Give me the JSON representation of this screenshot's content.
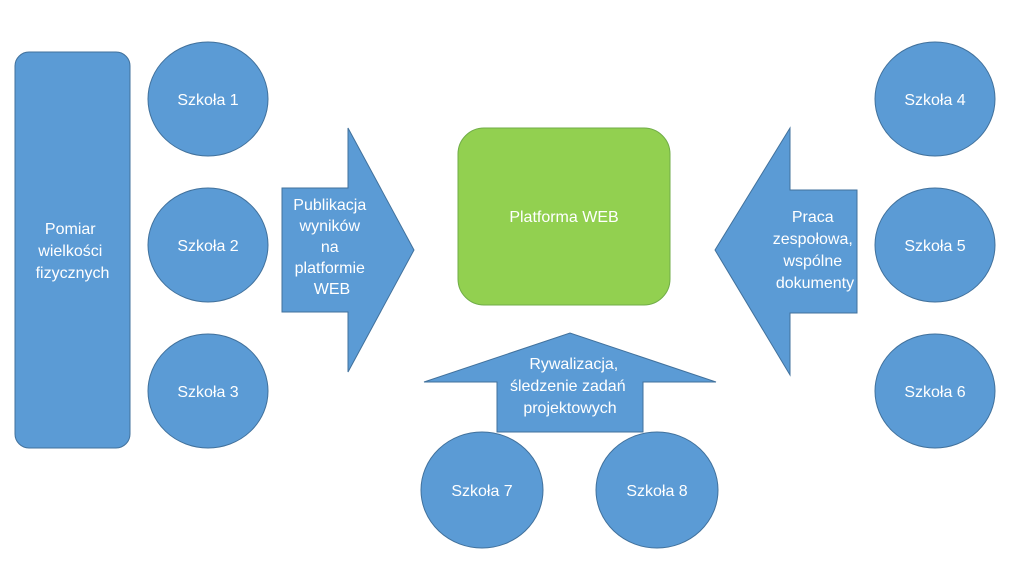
{
  "diagram": {
    "measurement_box": {
      "lines": [
        "Pomiar",
        "wielkości",
        "fizycznych"
      ]
    },
    "platform": {
      "label": "Platforma WEB"
    },
    "arrows": {
      "left": {
        "lines": [
          "Publikacja",
          "wyników",
          "na",
          "platformie",
          "WEB"
        ]
      },
      "right": {
        "lines": [
          "Praca",
          "zespołowa,",
          "wspólne",
          "dokumenty"
        ]
      },
      "bottom": {
        "lines": [
          "Rywalizacja,",
          "śledzenie zadań",
          "projektowych"
        ]
      }
    },
    "schools": [
      {
        "label": "Szkoła 1"
      },
      {
        "label": "Szkoła 2"
      },
      {
        "label": "Szkoła 3"
      },
      {
        "label": "Szkoła 4"
      },
      {
        "label": "Szkoła 5"
      },
      {
        "label": "Szkoła 6"
      },
      {
        "label": "Szkoła 7"
      },
      {
        "label": "Szkoła 8"
      }
    ],
    "colors": {
      "shape_fill": "#5b9bd5",
      "shape_stroke": "#41719c",
      "platform_fill": "#92d050",
      "platform_stroke": "#70ad47",
      "text": "#ffffff"
    }
  }
}
